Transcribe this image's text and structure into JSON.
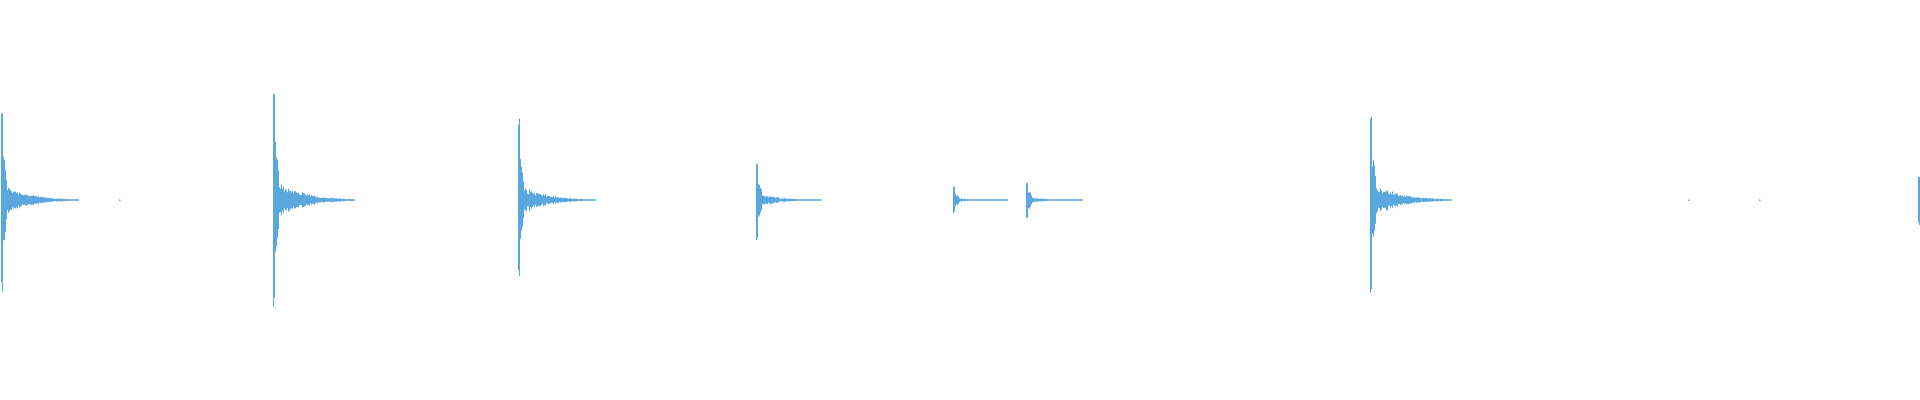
{
  "chart_data": {
    "type": "line",
    "title": "",
    "xlabel": "",
    "ylabel": "",
    "grid": false,
    "color": "#5aa7dd",
    "amplitude_range": [
      -1,
      1
    ],
    "duration_ratio_range": [
      0,
      1
    ],
    "onsets": [
      {
        "t": 0.0005,
        "amp": 0.47,
        "decay": 0.04
      },
      {
        "t": 0.142,
        "amp": 0.58,
        "decay": 0.042
      },
      {
        "t": 0.27,
        "amp": 0.42,
        "decay": 0.04
      },
      {
        "t": 0.394,
        "amp": 0.21,
        "decay": 0.034
      },
      {
        "t": 0.4965,
        "amp": 0.07,
        "decay": 0.028
      },
      {
        "t": 0.5345,
        "amp": 0.1,
        "decay": 0.029
      },
      {
        "t": 0.7135,
        "amp": 0.49,
        "decay": 0.042
      },
      {
        "t": 0.999,
        "amp": 0.13,
        "decay": 0.004
      }
    ],
    "specks": [
      0.062,
      0.879,
      0.916
    ]
  }
}
